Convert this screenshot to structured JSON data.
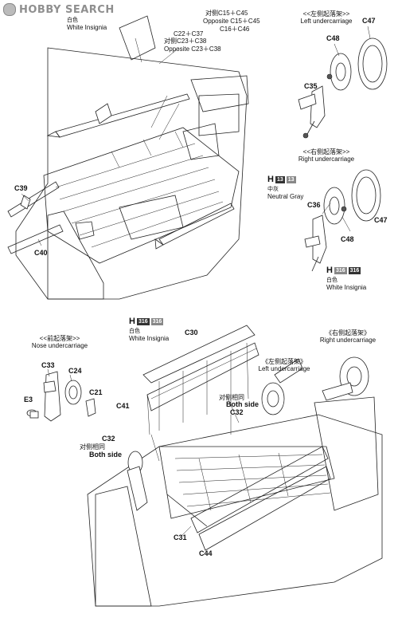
{
  "logo": {
    "wordmark": "HOBBY SEARCH"
  },
  "top": {
    "insignia_zh": "白色",
    "insignia_en": "White Insignia",
    "c15_zh": "对侧C15＋C45",
    "c15_en": "Opposite C15＋C45",
    "c16": "C16＋C46",
    "c22": "C22＋C37",
    "c23_zh": "对侧C23＋C38",
    "c23_en": "Opposite C23＋C38",
    "c39": "C39",
    "c40": "C40"
  },
  "left_uc": {
    "title_zh": "<<左侧起落架>>",
    "title_en": "Left undercarriage",
    "c48": "C48",
    "c47": "C47",
    "c35": "C35"
  },
  "right_uc": {
    "title_zh": "<<右侧起落架>>",
    "title_en": "Right undercarriage",
    "h_code": "H",
    "chip1": "13",
    "chip2": "13",
    "gray_zh": "中灰",
    "gray_en": "Neutral Gray",
    "c36": "C36",
    "c47": "C47",
    "c48": "C48",
    "h2_code": "H",
    "chip3": "316",
    "chip4": "316",
    "white_zh": "白色",
    "white_en": "White Insignia"
  },
  "bottom": {
    "h_code": "H",
    "chip1": "316",
    "chip2": "316",
    "white_zh": "白色",
    "white_en": "White Insignia",
    "c30": "C30",
    "nose_zh": "<<前起落架>>",
    "nose_en": "Nose undercarriage",
    "c33": "C33",
    "c24": "C24",
    "e3": "E3",
    "c21": "C21",
    "c41": "C41",
    "left_zh": "《左侧起落架》",
    "left_en": "Left undercarriage",
    "right_zh": "《右侧起落架》",
    "right_en": "Right undercarriage",
    "both1_zh": "对侧相同",
    "both1_en": "Both side",
    "c32a": "C32",
    "c32b": "C32",
    "both2_zh": "对侧相同",
    "both2_en": "Both side",
    "c31": "C31",
    "c44": "C44"
  }
}
